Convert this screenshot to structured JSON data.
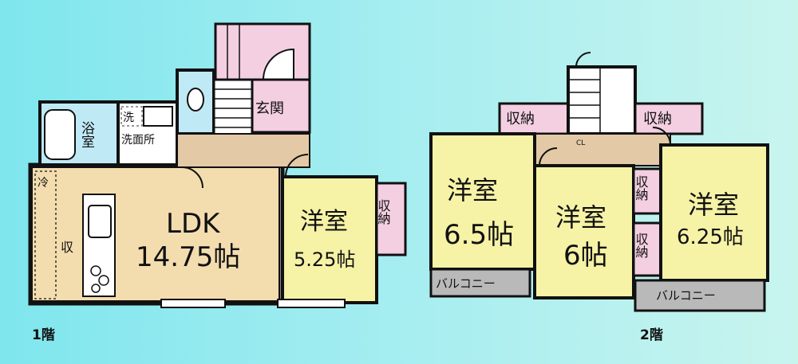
{
  "floor1": {
    "label": "1階",
    "rooms": {
      "ldk_name": "LDK",
      "ldk_size": "14.75帖",
      "western_name": "洋室",
      "western_size": "5.25帖",
      "storage": "収納",
      "entrance": "玄関",
      "bath": "浴室",
      "wash_icon": "洗",
      "washroom": "洗面所",
      "fridge": "冷",
      "storage_small": "収"
    }
  },
  "floor2": {
    "label": "2階",
    "rooms": {
      "western_a_name": "洋室",
      "western_a_size": "6.5帖",
      "western_b_name": "洋室",
      "western_b_size": "6帖",
      "western_c_name": "洋室",
      "western_c_size": "6.25帖",
      "storage_left": "収納",
      "storage_right": "収納",
      "storage_mid_top": "収納",
      "storage_mid_bottom": "収納",
      "balcony_left": "バルコニー",
      "balcony_right": "バルコニー",
      "closet_mark": "CL"
    }
  },
  "colors": {
    "ldk": "#f3dcae",
    "western": "#f6f2a6",
    "storage": "#f3cfe1",
    "wet": "#bfe9f5",
    "hall": "#e3c9a6",
    "balcony": "#b9b9b9",
    "wall": "#111111"
  }
}
